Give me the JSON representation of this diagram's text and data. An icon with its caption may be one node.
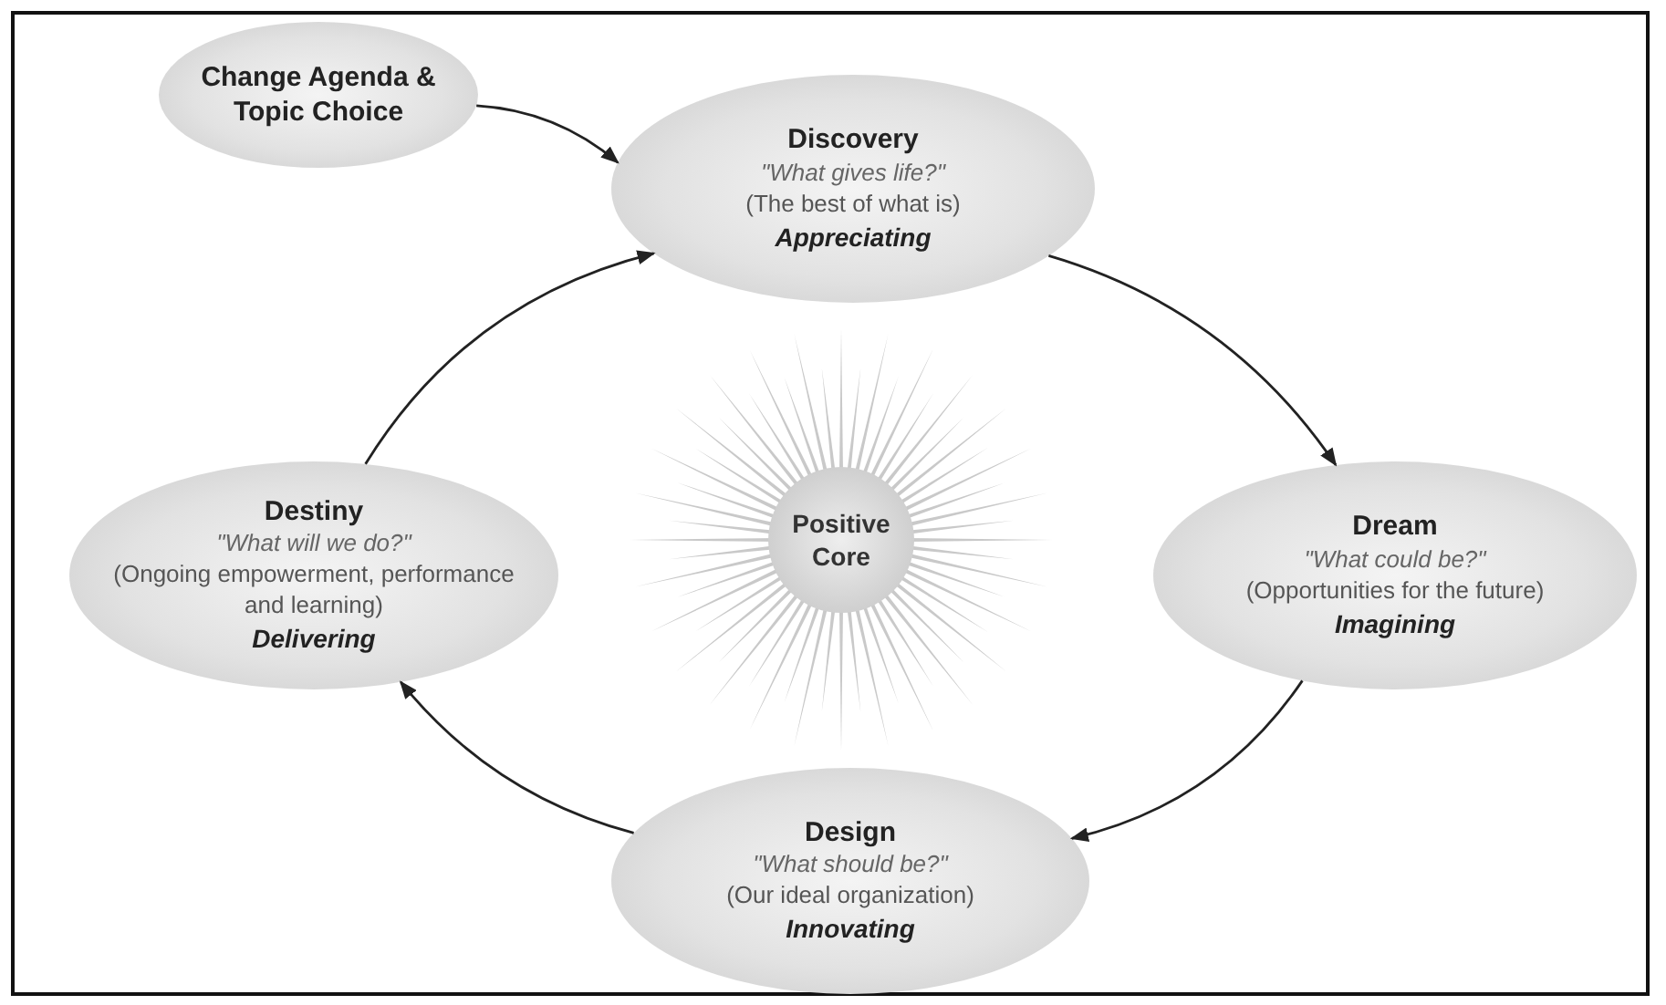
{
  "diagram": {
    "nodes": [
      {
        "text": [
          "Change Agenda & Topic Choice"
        ]
      },
      {
        "text": [
          "Discovery",
          "\"What gives life?\"",
          "(The best of what is)",
          "Appreciating"
        ]
      },
      {
        "text": [
          "Dream",
          "\"What could be?\"",
          "(Opportunities for the future)",
          "Imagining"
        ]
      },
      {
        "text": [
          "Design",
          "\"What should be?\"",
          "(Our ideal organization)",
          "Innovating"
        ]
      },
      {
        "text": [
          "Destiny",
          "\"What will we do?\"",
          "(Ongoing empowerment, performance and learning)",
          "Delivering"
        ]
      },
      {
        "text": [
          "Positive Core"
        ]
      }
    ],
    "edges": [
      {
        "from": 0,
        "to": 1,
        "arrow": "to"
      },
      {
        "from": 1,
        "to": 2,
        "arrow": "to"
      },
      {
        "from": 2,
        "to": 3,
        "arrow": "to"
      },
      {
        "from": 3,
        "to": 4,
        "arrow": "to"
      },
      {
        "from": 4,
        "to": 1,
        "arrow": "to"
      }
    ]
  }
}
